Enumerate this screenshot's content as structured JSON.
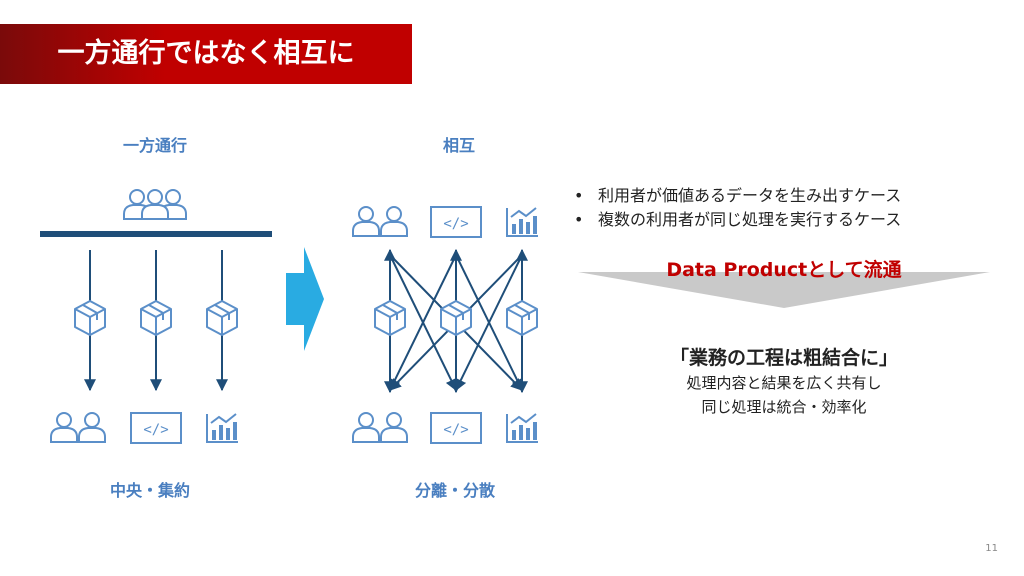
{
  "title": "一方通行ではなく相互に",
  "left": {
    "top_label": "一方通行",
    "bottom_label": "中央・集約"
  },
  "right": {
    "top_label": "相互",
    "bottom_label": "分離・分散"
  },
  "bullets": [
    "利用者が価値あるデータを生み出すケース",
    "複数の利用者が同じ処理を実行するケース"
  ],
  "data_product_label": "Data Productとして流通",
  "quote": {
    "title": "「業務の工程は粗結合に」",
    "lines": [
      "処理内容と結果を広く共有し",
      "同じ処理は統合・効率化"
    ]
  },
  "code_glyph": "</>",
  "page_number": "11",
  "colors": {
    "accent_red": "#c00000",
    "icon_blue": "#5b8fc9",
    "dark_blue": "#1f4e79",
    "arrow_cyan": "#29abe2",
    "banner_gray": "#c9c9c9"
  }
}
